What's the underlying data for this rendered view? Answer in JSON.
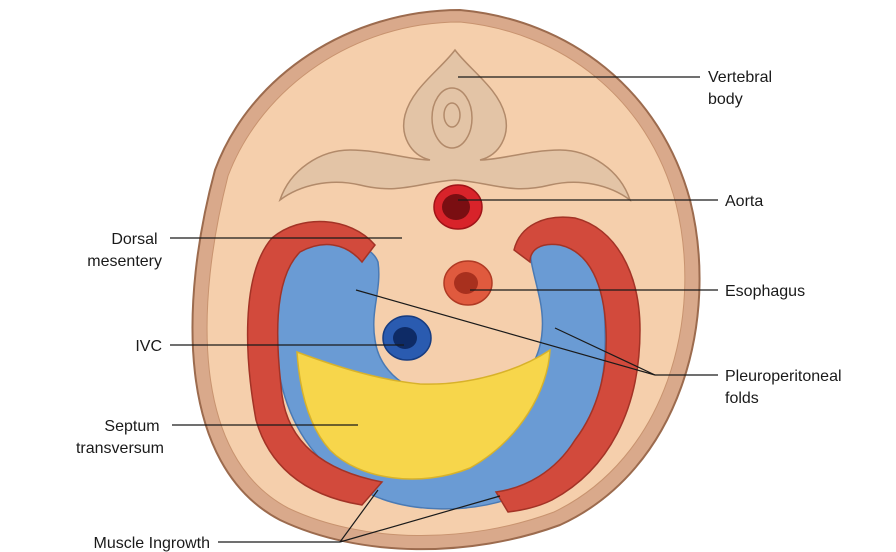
{
  "labels": {
    "vertebral_body": [
      "Vertebral",
      "body"
    ],
    "aorta": "Aorta",
    "dorsal_mesentery": [
      "Dorsal",
      "mesentery"
    ],
    "esophagus": "Esophagus",
    "ivc": "IVC",
    "pleuroperitoneal_folds": [
      "Pleuroperitoneal",
      "folds"
    ],
    "septum_transversum": [
      "Septum",
      "transversum"
    ],
    "muscle_ingrowth": "Muscle Ingrowth"
  },
  "colors": {
    "body_wall_outer": "#d9a98b",
    "body_wall_inner": "#f5cfac",
    "outline": "#9c6b4e",
    "vertebra": "#e3c4a6",
    "aorta": "#d8232a",
    "esophagus": "#e05a3e",
    "ivc": "#1f4fa0",
    "pleuroperitoneal_fold": "#6a9bd4",
    "septum_transversum": "#f7d64b",
    "muscle": "#d24a3c"
  }
}
